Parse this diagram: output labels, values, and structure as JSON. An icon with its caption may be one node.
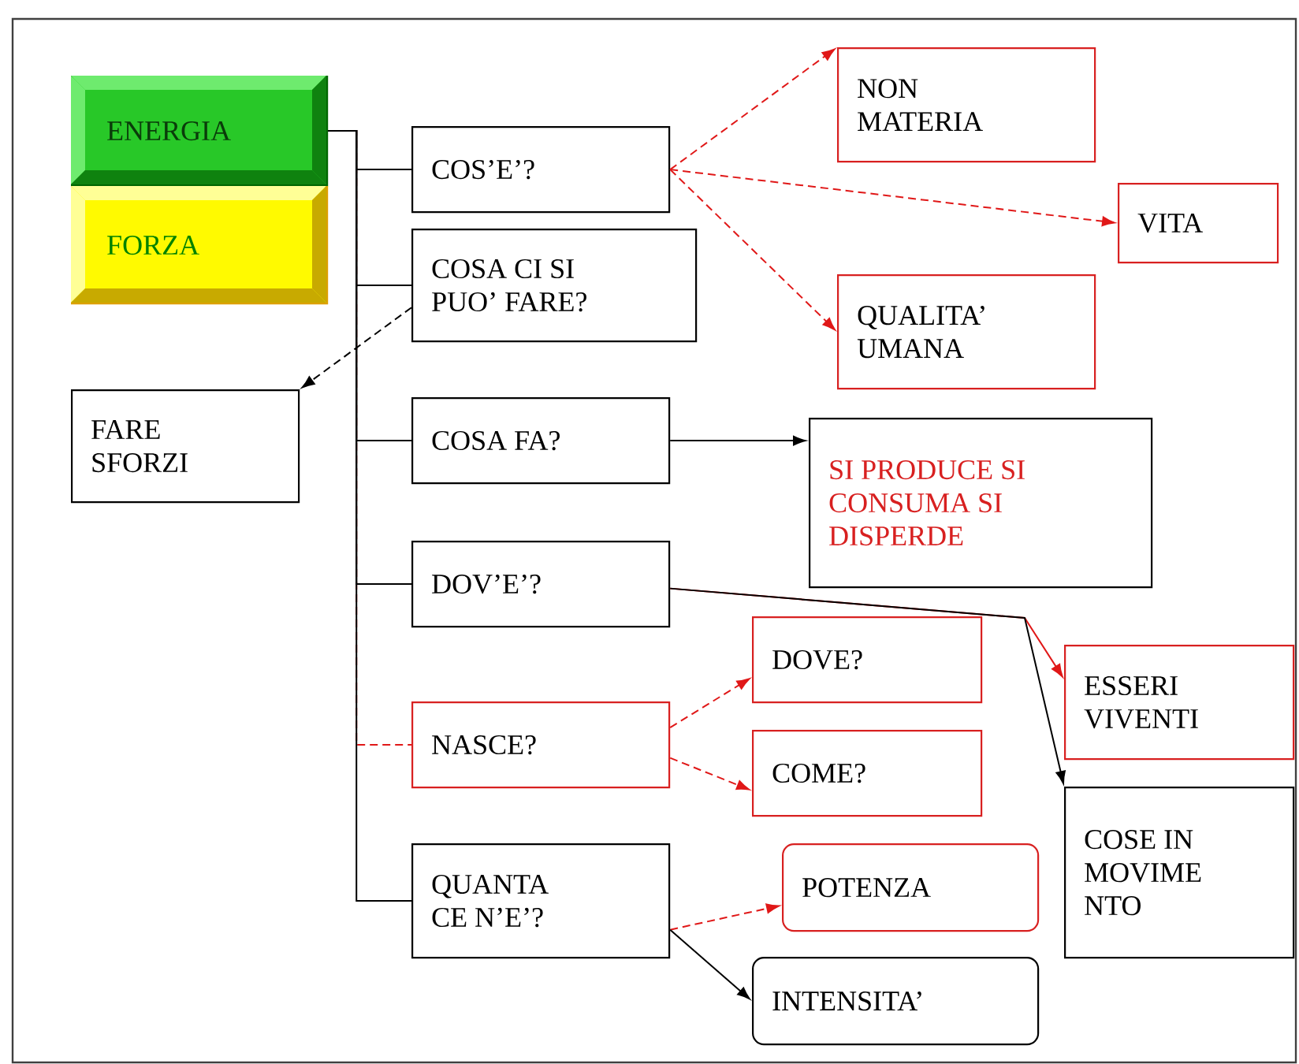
{
  "diagram": {
    "nodes": [
      {
        "text": [
          "ENERGIA"
        ]
      },
      {
        "text": [
          "FORZA"
        ]
      },
      {
        "text": [
          "COS’E’?"
        ]
      },
      {
        "text": [
          "COSA CI SI PUO’ FARE?"
        ]
      },
      {
        "text": [
          "FARE SFORZI"
        ]
      },
      {
        "text": [
          "COSA FA?"
        ]
      },
      {
        "text": [
          "DOV’E’?"
        ]
      },
      {
        "text": [
          "NASCE?"
        ]
      },
      {
        "text": [
          "QUANTA CE N’E’?"
        ]
      },
      {
        "text": [
          "NON MATERIA"
        ]
      },
      {
        "text": [
          "VITA"
        ]
      },
      {
        "text": [
          "QUALITA’ UMANA"
        ]
      },
      {
        "text": [
          "SI PRODUCE SI CONSUMA SI DISPERDE"
        ]
      },
      {
        "text": [
          "DOVE?"
        ]
      },
      {
        "text": [
          "COME?"
        ]
      },
      {
        "text": [
          "ESSERI VIVENTI"
        ]
      },
      {
        "text": [
          "COSE IN MOVIME NTO"
        ]
      },
      {
        "text": [
          "POTENZA"
        ]
      },
      {
        "text": [
          "INTENSITA’"
        ]
      }
    ],
    "edges": [
      {
        "from": 0,
        "to": 2,
        "arrow": "none"
      },
      {
        "from": 0,
        "to": 3,
        "arrow": "none"
      },
      {
        "from": 0,
        "to": 5,
        "arrow": "none"
      },
      {
        "from": 0,
        "to": 6,
        "arrow": "none"
      },
      {
        "from": 0,
        "to": 7,
        "arrow": "none",
        "style": "dashed",
        "color": "#e01818"
      },
      {
        "from": 0,
        "to": 8,
        "arrow": "none"
      },
      {
        "from": 3,
        "to": 4,
        "arrow": "to",
        "style": "dashed"
      },
      {
        "from": 2,
        "to": 9,
        "arrow": "to",
        "style": "dashed",
        "color": "#e01818"
      },
      {
        "from": 2,
        "to": 10,
        "arrow": "to",
        "style": "dashed",
        "color": "#e01818"
      },
      {
        "from": 2,
        "to": 11,
        "arrow": "to",
        "style": "dashed",
        "color": "#e01818"
      },
      {
        "from": 5,
        "to": 12,
        "arrow": "to"
      },
      {
        "from": 6,
        "to": 15,
        "arrow": "to",
        "color": "#e01818"
      },
      {
        "from": 6,
        "to": 16,
        "arrow": "to"
      },
      {
        "from": 7,
        "to": 13,
        "arrow": "to",
        "style": "dashed",
        "color": "#e01818"
      },
      {
        "from": 7,
        "to": 14,
        "arrow": "to",
        "style": "dashed",
        "color": "#e01818"
      },
      {
        "from": 8,
        "to": 17,
        "arrow": "to",
        "style": "dashed",
        "color": "#e01818"
      },
      {
        "from": 8,
        "to": 18,
        "arrow": "to"
      }
    ]
  }
}
